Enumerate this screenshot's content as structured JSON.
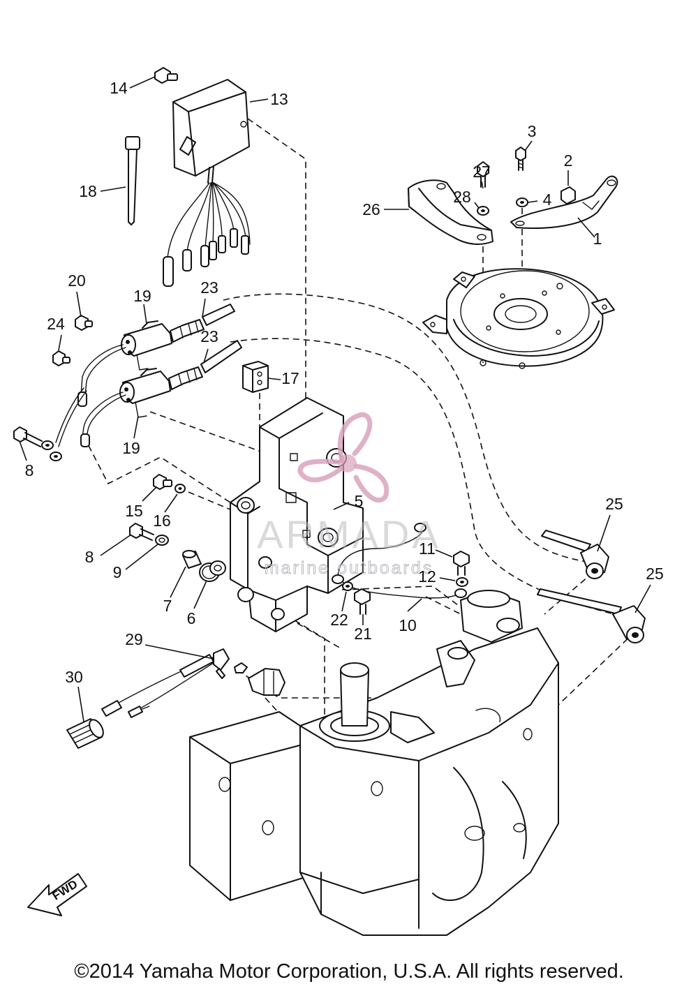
{
  "callouts": {
    "c1": "1",
    "c2": "2",
    "c3": "3",
    "c4": "4",
    "c5": "5",
    "c6": "6",
    "c7": "7",
    "c8a": "8",
    "c8b": "8",
    "c9": "9",
    "c10": "10",
    "c11": "11",
    "c12": "12",
    "c13": "13",
    "c14": "14",
    "c15": "15",
    "c16": "16",
    "c17": "17",
    "c18": "18",
    "c19a": "19",
    "c19b": "19",
    "c20": "20",
    "c21": "21",
    "c22": "22",
    "c23a": "23",
    "c23b": "23",
    "c24": "24",
    "c25a": "25",
    "c25b": "25",
    "c26": "26",
    "c27": "27",
    "c28": "28",
    "c29": "29",
    "c30": "30"
  },
  "fwd_label": "FWD",
  "watermark": {
    "name": "ARMADA",
    "tagline": "marine outboards",
    "logo_color": "#d9a3bd",
    "text_color": "#b9b9bf"
  },
  "copyright": "©2014 Yamaha Motor Corporation, U.S.A. All rights reserved.",
  "colors": {
    "line": "#111111",
    "background": "#ffffff"
  }
}
